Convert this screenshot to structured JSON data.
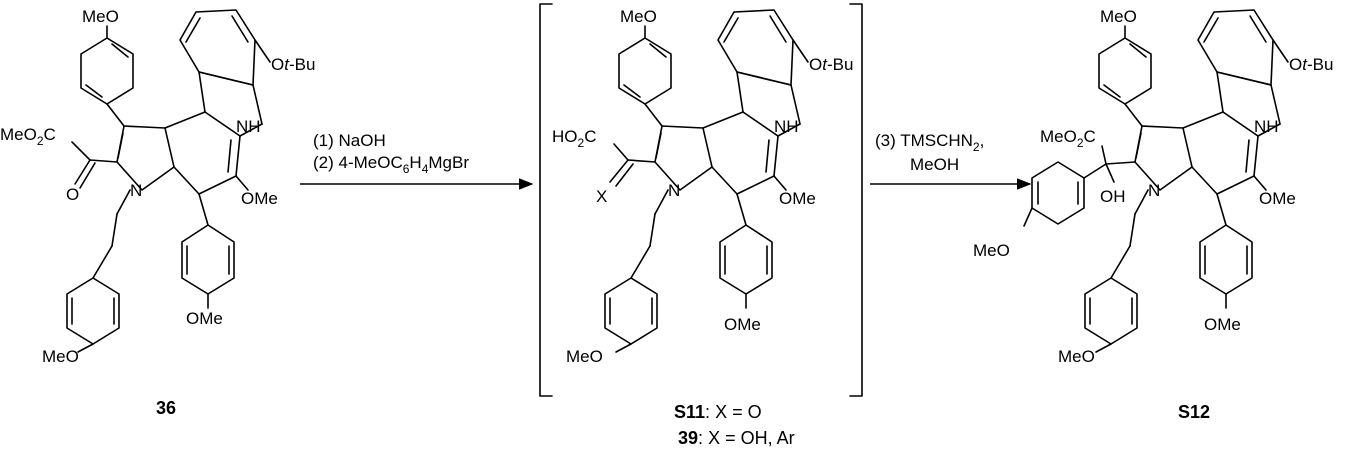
{
  "scheme": {
    "compounds": [
      {
        "id": "36",
        "labels": {
          "meo_top": "MeO",
          "otbu_pre": "O",
          "otbu_t": "t",
          "otbu_post": "-Bu",
          "nh": "NH",
          "ester_pre": "MeO",
          "ester_sub": "2",
          "ester_post": "C",
          "keto_o": "O",
          "n": "N",
          "ome_right": "OMe",
          "ome_bottom": "OMe",
          "meo_bottom": "MeO"
        }
      },
      {
        "id": "S11",
        "caption_x": "X = O",
        "alt_id": "39",
        "caption_alt": "X = OH, Ar",
        "labels": {
          "meo_top": "MeO",
          "otbu_pre": "O",
          "otbu_t": "t",
          "otbu_post": "-Bu",
          "nh": "NH",
          "acid_pre": "HO",
          "acid_sub": "2",
          "acid_post": "C",
          "x": "X",
          "n": "N",
          "ome_right": "OMe",
          "ome_bottom": "OMe",
          "meo_bottom": "MeO"
        }
      },
      {
        "id": "S12",
        "labels": {
          "meo_top": "MeO",
          "otbu_pre": "O",
          "otbu_t": "t",
          "otbu_post": "-Bu",
          "nh": "NH",
          "ester_pre": "MeO",
          "ester_sub": "2",
          "ester_post": "C",
          "oh": "OH",
          "meo_aryl": "MeO",
          "n": "N",
          "ome_right": "OMe",
          "ome_bottom": "OMe",
          "meo_bottom": "MeO"
        }
      }
    ],
    "arrows": [
      {
        "step1": "(1) NaOH",
        "step2_pre": "(2) 4-MeOC",
        "step2_sub1": "6",
        "step2_mid": "H",
        "step2_sub2": "4",
        "step2_post": "MgBr"
      },
      {
        "step3_pre": "(3) TMSCHN",
        "step3_sub": "2",
        "step3_post": ",",
        "step3_line2": "MeOH"
      }
    ],
    "separator": ":"
  }
}
